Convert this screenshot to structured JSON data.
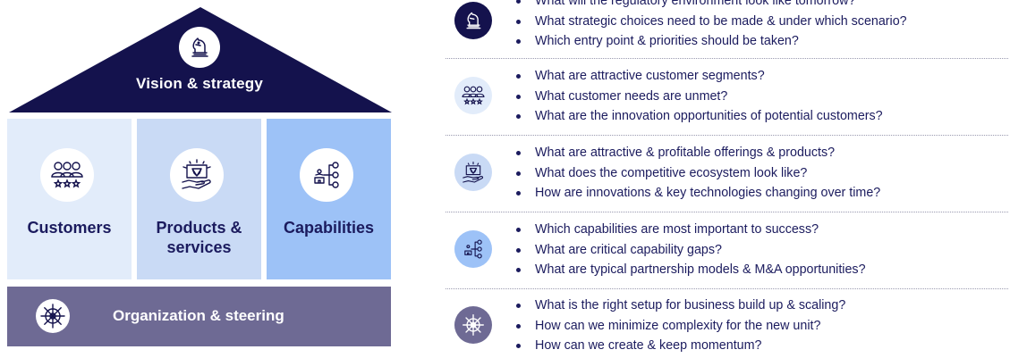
{
  "house": {
    "roof_title": "Vision & strategy",
    "pillars": [
      {
        "label": "Customers",
        "icon": "people-icon"
      },
      {
        "label": "Products & services",
        "icon": "product-hand-icon"
      },
      {
        "label": "Capabilities",
        "icon": "capability-tree-icon"
      }
    ],
    "base_title": "Organization & steering",
    "colors": {
      "roof": "#14124d",
      "customers": "#e2ecfa",
      "products": "#c9daf5",
      "capabilities": "#9dc2f7",
      "base": "#6e6a94"
    }
  },
  "questions": [
    {
      "icon": "chess-knight-icon",
      "items": [
        "What will the regulatory environment look like tomorrow?",
        "What strategic choices need to be made & under which scenario?",
        "Which entry point & priorities should be taken?"
      ]
    },
    {
      "icon": "people-icon",
      "items": [
        "What are attractive customer segments?",
        "What customer needs are unmet?",
        "What are the innovation opportunities of potential customers?"
      ]
    },
    {
      "icon": "product-hand-icon",
      "items": [
        "What are attractive & profitable offerings & products?",
        "What does the competitive ecosystem look like?",
        "How are innovations & key technologies changing over time?"
      ]
    },
    {
      "icon": "capability-tree-icon",
      "items": [
        "Which capabilities are most important to success?",
        "What are critical capability gaps?",
        "What are typical partnership models & M&A opportunities?"
      ]
    },
    {
      "icon": "ship-wheel-icon",
      "items": [
        "What is the right setup for business build up & scaling?",
        "How can we minimize complexity for the new unit?",
        "How can we create & keep momentum?"
      ]
    }
  ]
}
